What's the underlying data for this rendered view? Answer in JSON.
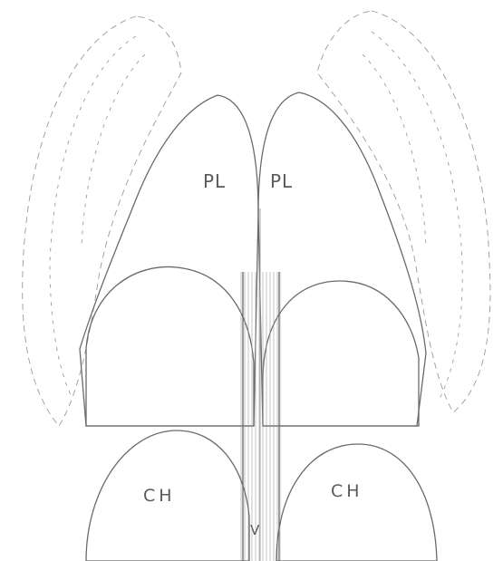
{
  "labels": {
    "pl_left": "PL",
    "pl_right": "PL",
    "ch_left": "CH",
    "ch_right": "CH",
    "v": "V"
  },
  "colors": {
    "ink": "#6a6a6a",
    "hatch": "#9a9a9a",
    "paper": "#ffffff"
  }
}
